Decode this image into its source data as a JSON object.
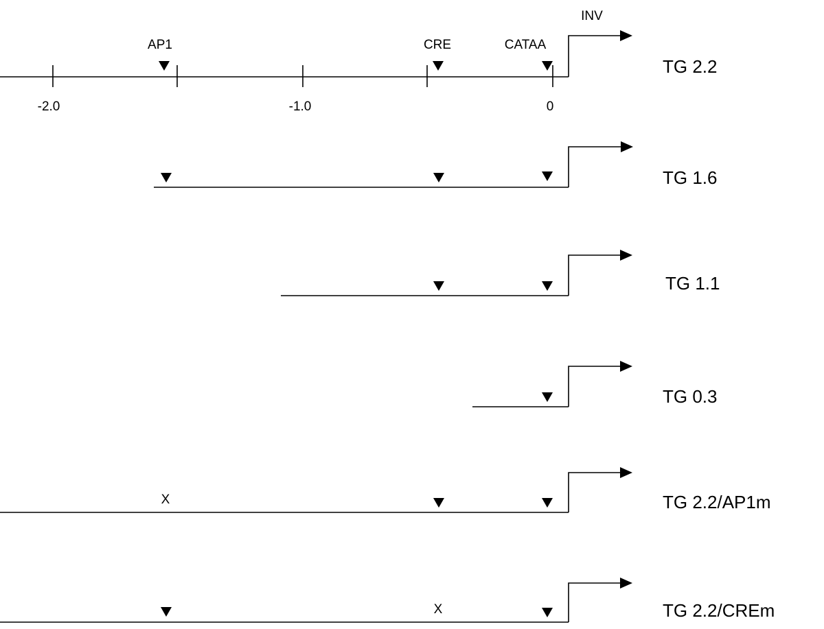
{
  "promoter_label": "INV",
  "site_labels": {
    "ap1": "AP1",
    "cre": "CRE",
    "cataa": "CATAA"
  },
  "scale_ticks": [
    "-2.0",
    "-1.0",
    "0"
  ],
  "mutation_symbol": "X",
  "constructs": [
    {
      "name": "TG 2.2",
      "sites": [
        "AP1",
        "CRE",
        "CATAA"
      ],
      "mutated": []
    },
    {
      "name": "TG 1.6",
      "sites": [
        "AP1",
        "CRE",
        "CATAA"
      ],
      "mutated": []
    },
    {
      "name": "TG 1.1",
      "sites": [
        "CRE",
        "CATAA"
      ],
      "mutated": []
    },
    {
      "name": "TG 0.3",
      "sites": [
        "CATAA"
      ],
      "mutated": []
    },
    {
      "name": "TG 2.2/AP1m",
      "sites": [
        "AP1",
        "CRE",
        "CATAA"
      ],
      "mutated": [
        "AP1"
      ]
    },
    {
      "name": "TG 2.2/CREm",
      "sites": [
        "AP1",
        "CRE",
        "CATAA"
      ],
      "mutated": [
        "CRE"
      ]
    }
  ]
}
